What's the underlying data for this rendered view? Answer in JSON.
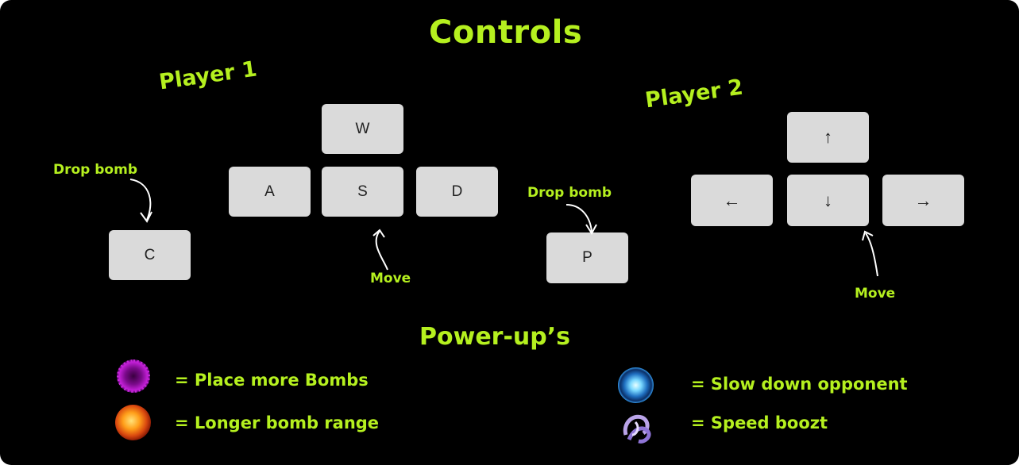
{
  "title": "Controls",
  "player1": {
    "label": "Player 1",
    "keys": {
      "up": "W",
      "left": "A",
      "down": "S",
      "right": "D",
      "bomb": "C"
    },
    "bomb_label": "Drop bomb",
    "move_label": "Move"
  },
  "player2": {
    "label": "Player  2",
    "keys": {
      "up": "↑",
      "left": "←",
      "down": "↓",
      "right": "→",
      "bomb": "P"
    },
    "bomb_label": "Drop bomb",
    "move_label": "Move"
  },
  "powerups": {
    "title": "Power-up’s",
    "items": [
      {
        "icon": "purple-spiky-orb-icon",
        "label": "= Place more Bombs"
      },
      {
        "icon": "fire-orb-icon",
        "label": "= Longer bomb range"
      },
      {
        "icon": "blue-energy-orb-icon",
        "label": "= Slow down opponent"
      },
      {
        "icon": "speed-swirl-icon",
        "label": "= Speed boozt"
      }
    ]
  },
  "colors": {
    "background": "#000000",
    "accent": "#b5f01f",
    "key": "#dadada"
  }
}
